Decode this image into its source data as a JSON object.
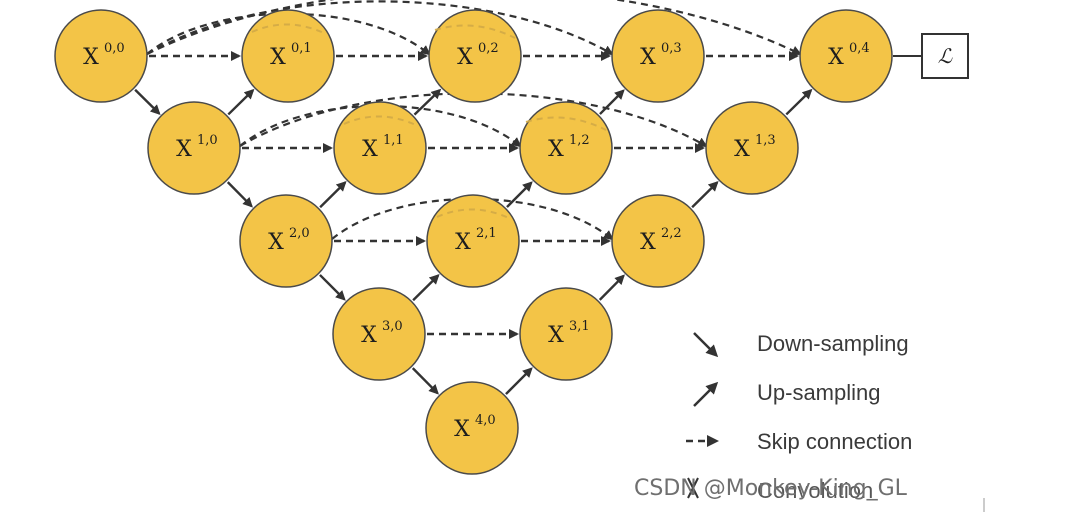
{
  "diagram": {
    "nodes": [
      {
        "id": "0,0",
        "base": "X",
        "sup": "0,0"
      },
      {
        "id": "0,1",
        "base": "X",
        "sup": "0,1"
      },
      {
        "id": "0,2",
        "base": "X",
        "sup": "0,2"
      },
      {
        "id": "0,3",
        "base": "X",
        "sup": "0,3"
      },
      {
        "id": "0,4",
        "base": "X",
        "sup": "0,4"
      },
      {
        "id": "1,0",
        "base": "X",
        "sup": "1,0"
      },
      {
        "id": "1,1",
        "base": "X",
        "sup": "1,1"
      },
      {
        "id": "1,2",
        "base": "X",
        "sup": "1,2"
      },
      {
        "id": "1,3",
        "base": "X",
        "sup": "1,3"
      },
      {
        "id": "2,0",
        "base": "X",
        "sup": "2,0"
      },
      {
        "id": "2,1",
        "base": "X",
        "sup": "2,1"
      },
      {
        "id": "2,2",
        "base": "X",
        "sup": "2,2"
      },
      {
        "id": "3,0",
        "base": "X",
        "sup": "3,0"
      },
      {
        "id": "3,1",
        "base": "X",
        "sup": "3,1"
      },
      {
        "id": "4,0",
        "base": "X",
        "sup": "4,0"
      }
    ],
    "edges": {
      "down": [
        [
          "0,0",
          "1,0"
        ],
        [
          "1,0",
          "2,0"
        ],
        [
          "2,0",
          "3,0"
        ],
        [
          "3,0",
          "4,0"
        ]
      ],
      "up": [
        [
          "1,0",
          "0,1"
        ],
        [
          "2,0",
          "1,1"
        ],
        [
          "1,1",
          "0,2"
        ],
        [
          "3,0",
          "2,1"
        ],
        [
          "2,1",
          "1,2"
        ],
        [
          "1,2",
          "0,3"
        ],
        [
          "4,0",
          "3,1"
        ],
        [
          "3,1",
          "2,2"
        ],
        [
          "2,2",
          "1,3"
        ],
        [
          "1,3",
          "0,4"
        ]
      ],
      "skip": [
        [
          "0,0",
          "0,1"
        ],
        [
          "0,1",
          "0,2"
        ],
        [
          "0,2",
          "0,3"
        ],
        [
          "0,3",
          "0,4"
        ],
        [
          "1,0",
          "1,1"
        ],
        [
          "1,1",
          "1,2"
        ],
        [
          "1,2",
          "1,3"
        ],
        [
          "2,0",
          "2,1"
        ],
        [
          "2,1",
          "2,2"
        ],
        [
          "3,0",
          "3,1"
        ]
      ],
      "skip_long": [
        [
          "0,0",
          "0,2"
        ],
        [
          "0,0",
          "0,3"
        ],
        [
          "0,0",
          "0,4"
        ],
        [
          "1,0",
          "1,2"
        ],
        [
          "1,0",
          "1,3"
        ],
        [
          "2,0",
          "2,2"
        ]
      ]
    },
    "loss_symbol": "ℒ",
    "colors": {
      "node_fill": "#f3c447",
      "node_stroke": "#4a4a4a",
      "arrow": "#333333",
      "faded": "#d2aa46"
    }
  },
  "legend": {
    "items": [
      {
        "label": "Down-sampling",
        "icon": "down-arrow-icon"
      },
      {
        "label": "Up-sampling",
        "icon": "up-arrow-icon"
      },
      {
        "label": "Skip connection",
        "icon": "dashed-arrow-icon"
      },
      {
        "label": "Convolution",
        "icon": "convolution-icon"
      }
    ]
  },
  "watermark": "CSDN @Monkey-King_GL"
}
